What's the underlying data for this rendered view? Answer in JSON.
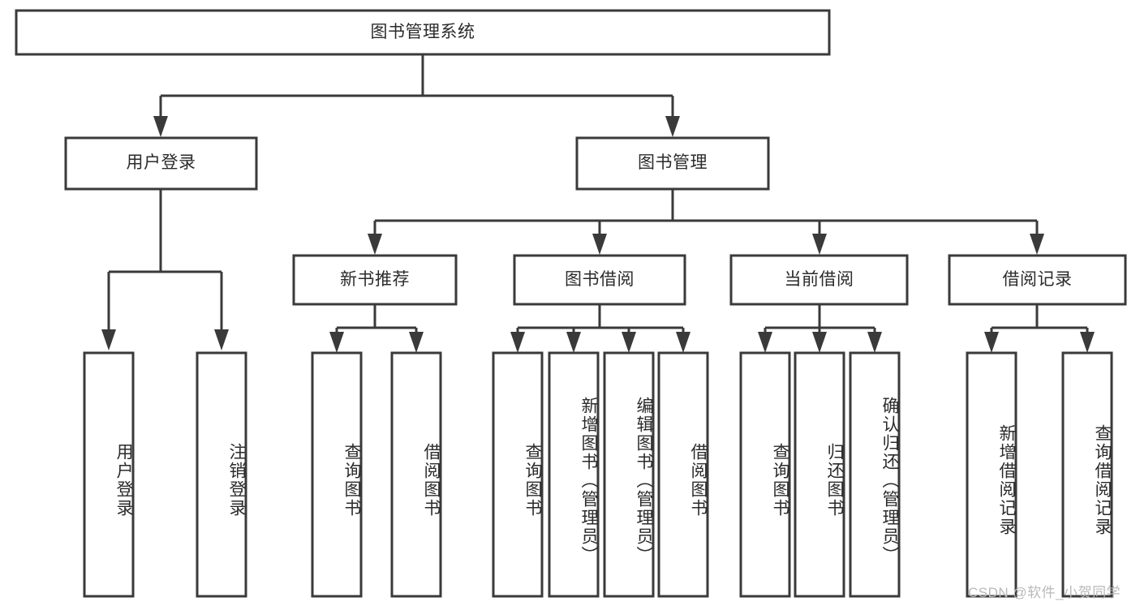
{
  "diagram": {
    "type": "hierarchy-tree",
    "title": "图书管理系统",
    "levels": 4,
    "colors": {
      "box_stroke": "#3a3a3a",
      "box_fill": "#ffffff",
      "text": "#2b2b2b",
      "connector": "#3a3a3a",
      "watermark": "#b9b9b9",
      "background": "#ffffff"
    },
    "nodes": {
      "root": {
        "label": "图书管理系统"
      },
      "level2": [
        {
          "label": "用户登录"
        },
        {
          "label": "图书管理"
        }
      ],
      "level3": [
        {
          "label": "新书推荐"
        },
        {
          "label": "图书借阅"
        },
        {
          "label": "当前借阅"
        },
        {
          "label": "借阅记录"
        }
      ],
      "leaves": {
        "user_login": [
          {
            "label": "用户登录"
          },
          {
            "label": "注销登录"
          }
        ],
        "new_book_recommend": [
          {
            "label": "查询图书"
          },
          {
            "label": "借阅图书"
          }
        ],
        "book_borrow": [
          {
            "label": "查询图书"
          },
          {
            "label": "新增图书（管理员）"
          },
          {
            "label": "编辑图书（管理员）"
          },
          {
            "label": "借阅图书"
          }
        ],
        "current_borrow": [
          {
            "label": "查询图书"
          },
          {
            "label": "归还图书"
          },
          {
            "label": "确认归还（管理员）"
          }
        ],
        "borrow_record": [
          {
            "label": "新增借阅记录"
          },
          {
            "label": "查询借阅记录"
          }
        ]
      }
    },
    "watermark": "CSDN @软件_小贺同学"
  }
}
